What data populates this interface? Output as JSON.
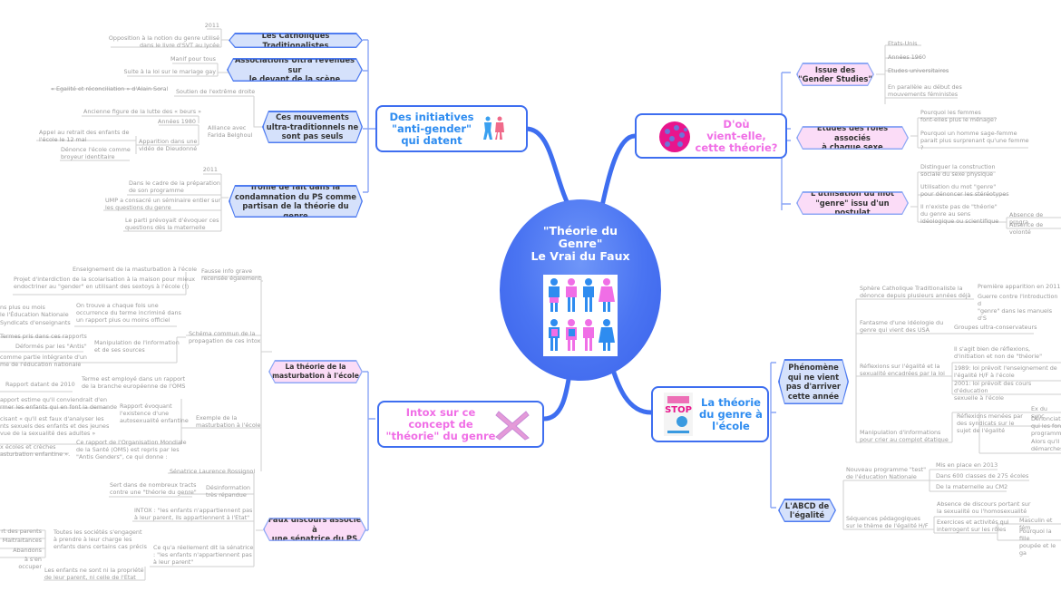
{
  "center": {
    "title": "\"Théorie du\nGenre\"\nLe Vrai du Faux",
    "image": "gender-pictograms-icon",
    "colors": {
      "fill": "#4a74f2",
      "text": "#ffffff"
    }
  },
  "colors": {
    "link": "#3e6ef0",
    "leaf_text": "#9a9a9a",
    "blue_node": "#d5e1fb",
    "pink_node": "#fbdcf7",
    "pink_title": "#f06ee6",
    "blue_title": "#2e8cf0"
  },
  "branches": {
    "initiatives": {
      "label": "Des initiatives\n\"anti-gender\"\nqui datent",
      "icon": "male-female-restroom-icon",
      "subs": {
        "catholiques": {
          "label": "Les Catholiques Traditionalistes",
          "leaves": [
            "2011",
            "Opposition à la notion du genre utilisé\ndans le livre d'SVT au lycée"
          ]
        },
        "associations": {
          "label": "Associations Ultra revenues sur\nle devant de la scène",
          "leaves": [
            "Manif pour tous",
            "Suite à la loi sur le mariage gay"
          ]
        },
        "mouvements": {
          "label": "Ces mouvements\nultra-traditionnels ne\nsont pas seuls",
          "soutien": "Soutien de l'extrême droite",
          "soral": "« Egalité et réconciliation » d'Alain Soral",
          "alliance": "Alliance avec\nFarida Belghoul",
          "ancienne": "Ancienne figure de la lutte des « beurs »",
          "annees": "Années 1980",
          "apparition": "Apparition dans une\nvidéo de Dieudonné",
          "appel": "Appel au retrait des enfants de\nl'école le 12 mai",
          "denonce": "Dénonce l'école comme\nbroyeur identitaire"
        },
        "ironie": {
          "label": "Ironie de fait dans la\ncondamnation du PS comme\npartisan de la théorie du genre",
          "leaves": [
            "2011",
            "Dans le cadre de la préparation\nde son programme",
            "UMP a consacré un séminaire entier sur\nles questions du genre",
            "Le parti prévoyait d'évoquer ces\nquestions dès la maternelle"
          ]
        }
      }
    },
    "origine": {
      "label": "D'où\nvient-elle,\ncette théorie?",
      "icon": "virus-sphere-icon",
      "subs": {
        "issue": {
          "label": "Issue des\n\"Gender Studies\"",
          "leaves": [
            "Etats-Unis",
            "Années 1960",
            "Etudes universitaires",
            "En parallèle au début des\nmouvements féministes"
          ]
        },
        "etudes": {
          "label": "Études des rôles associés\nà chaque sexe",
          "leaves": [
            "Pourquoi les femmes\nfont-elles plus le ménage?",
            "Pourquoi un homme sage-femme\nparait plus surprenant qu'une femme\n?"
          ]
        },
        "utilisation": {
          "label": "L'utilisation du mot\n\"genre\" issu d'un postulat",
          "leaves": [
            "Distinguer la construction\nsociale du sexe physique",
            "Utilisation du mot \"genre\"\npour dénoncer les stéréotypes",
            "Il n'existe pas de \"théorie\"\ndu genre au sens\nidéologique ou scientifique"
          ],
          "subleaves": [
            "Absence de progra",
            "Absence de volonté"
          ]
        }
      }
    },
    "intox": {
      "label": "Intox sur ce\nconcept de\n\"théorie\" du genre",
      "icon": "pink-x-icon",
      "subs": {
        "masturbation": {
          "label": "La théorie de la\nmasturbation à l'école",
          "fausse": "Fausse info grave\nrecensée également",
          "enseignement": "Enseignement de la masturbation à l'école",
          "projet": "Projet d'interdiction de la scolarisation à la maison pour mieux\nendoctriner au \"gender\" en utilisant des sextoys à l'école (!)",
          "schema": "Schéma commun de la\npropagation de ces intox",
          "occurrence": "On trouve a chaque fois une\noccurrence du terme incriminé dans\nun rapport plus ou moins officiel",
          "plus_ou_mois": "ns plus ou mois\nle l'Éducation Nationale",
          "syndicats": "Syndicats d'enseignants",
          "manipulation": "Manipulation de l'information\net de ses sources",
          "termes": "Termes pris dans ces rapports",
          "deformes": "Déformés par les \"Antis\"",
          "comme_partie": "comme partie intégrante d'un\nme de l'éducation nationale",
          "exemple": "Exemple de la\nmasturbation à l'école",
          "terme_oms": "Terme est employé dans un rapport\nde la branche européenne de l'OMS",
          "rapport2010": "Rapport datant de 2010",
          "evoquant": "Rapport évoquant\nl'existence d'une\nautosexualité enfantine",
          "rapport_estime": "apport estime qu'il conviendrait d'en\nrmer les enfants qui en font la demande",
          "precisant": "cisant « qu'il est faux d'analyser les\nnts sexuels des enfants et des jeunes\nvue de la sexualité des adultes »",
          "repris": "Ce rapport de l'Organisation Mondiale\nde la Santé (OMS) est repris par les\n\"Antis Genders\", ce qui donne :",
          "ecoles": "x écoles et crèches\nasturbation enfantine »."
        },
        "senatrice": {
          "label": "Faux discours associé à\nune sénatrice du PS",
          "rossignol": "Sénatrice Laurence Rossignol",
          "desinfo": "Désinformation\ntrès répandue",
          "tracts": "Sert dans de nombreux tracts\ncontre une \"théorie du genre\"",
          "intox": "INTOX : \"les enfants n'appartiennent pas\nà leur parent, ils appartiennent à l'Etat\"",
          "reellement": "Ce qu'a réellement dit la sénatrice\n: \"les enfants n'appartiennent pas\nà leur parent\"",
          "societes": "Toutes les sociétés s'engagent\nà prendre à leur charge les\nenfants dans certains cas précis",
          "cases": [
            "rt des parents",
            "Maltraitances",
            "Abandons",
            "à s'en occuper"
          ],
          "ni_propriete": "Les enfants ne sont ni la propriété\nde leur parent, ni celle de l'Etat"
        }
      }
    },
    "ecole": {
      "label": "La théorie\ndu genre à\nl'école",
      "icon": "stop-poster-icon",
      "subs": {
        "phenomene": {
          "label": "Phénomène\nqui ne vient\npas d'arriver\ncette année",
          "sphere": "Sphère Catholique Traditionaliste la\ndénonce depuis plusieurs années déjà",
          "premiere": "Première apparition en 2011",
          "guerre": "Guerre contre l'introduction d\n\"genre\" dans les manuels d'S",
          "fantasme": "Fantasme d'une idéologie du\ngenre qui vient des USA",
          "groupes": "Groupes ultra-conservateurs",
          "reflexions": "Réflexions sur l'égalité et la\nsexualité encadrées par la loi",
          "il_sagit": "Il s'agit bien de réflexions,\nd'initiation et non de \"théorie\"",
          "loi1989": "1989: loi prévoit l'enseignement de\nl'égalité H/F à l'école",
          "loi2001": "2001: loi prévoit des cours d'éducation\nsexuelle à l'école",
          "manip": "Manipulation d'informations\npour crier au complot étatique",
          "syndicats": "Réflexions menées par\ndes syndicats sur le\nsujet de l'égalité",
          "ex_du": "Ex du sync",
          "denonciation": "Dénonciati\nqui les fon\nprogramm",
          "alors": "Alors qu'il\ndémarches"
        },
        "abcd": {
          "label": "L'ABCD de\nl'égalité",
          "nouveau": "Nouveau programme \"test\"\nde l'éducation Nationale",
          "nouveau_leaves": [
            "Mis en place en 2013",
            "Dans 600 classes de 275 écoles",
            "De la maternelle au CM2"
          ],
          "sequences": "Séquences pédagogiques\nsur le thème de l'égalité H/F",
          "absence": "Absence de discours portant sur\nla sexualité ou l'homosexualité",
          "exercices": "Exercices et activités qui\ninterrogent sur les rôles",
          "masculin": "Masculin et fém",
          "pourquoi": "Pourquoi la fille\npoupée et le ga"
        }
      }
    }
  }
}
